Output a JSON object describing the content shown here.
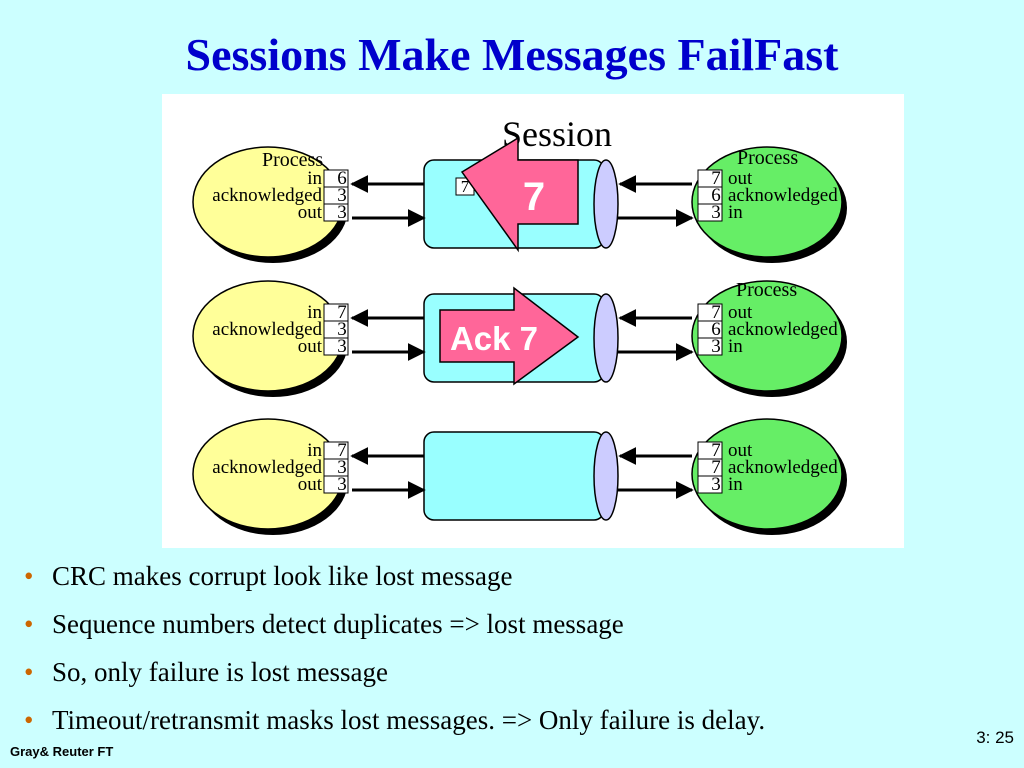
{
  "slide": {
    "title": "Sessions Make Messages FailFast",
    "footer_left": "Gray& Reuter  FT",
    "page_number": "3: 25"
  },
  "diagram": {
    "session_label": "Session",
    "process_label": "Process",
    "labels": {
      "in": "in",
      "out": "out",
      "acknowledged": "acknowledged"
    },
    "rows": [
      {
        "left": {
          "in": "6",
          "ack": "3",
          "out": "3"
        },
        "right": {
          "out": "7",
          "ack": "6",
          "in": "3"
        },
        "message": "7",
        "message_dir": "left",
        "in_pipe_box": "7"
      },
      {
        "left": {
          "in": "7",
          "ack": "3",
          "out": "3"
        },
        "right": {
          "out": "7",
          "ack": "6",
          "in": "3"
        },
        "message": "Ack 7",
        "message_dir": "right",
        "in_pipe_box": ""
      },
      {
        "left": {
          "in": "7",
          "ack": "3",
          "out": "3"
        },
        "right": {
          "out": "7",
          "ack": "7",
          "in": "3"
        },
        "message": "",
        "message_dir": "",
        "in_pipe_box": ""
      }
    ]
  },
  "colors": {
    "title": "#0000cc",
    "left_process": "#ffff99",
    "right_process": "#66ee66",
    "pipe": "#99ffff",
    "pipe_end": "#ccccff",
    "message_arrow": "#ff6699",
    "bullet": "#cc6600"
  },
  "bullets": [
    "CRC makes corrupt look like lost message",
    "Sequence numbers detect duplicates => lost message",
    "So, only failure is lost message",
    "Timeout/retransmit masks lost messages. => Only failure is delay."
  ]
}
